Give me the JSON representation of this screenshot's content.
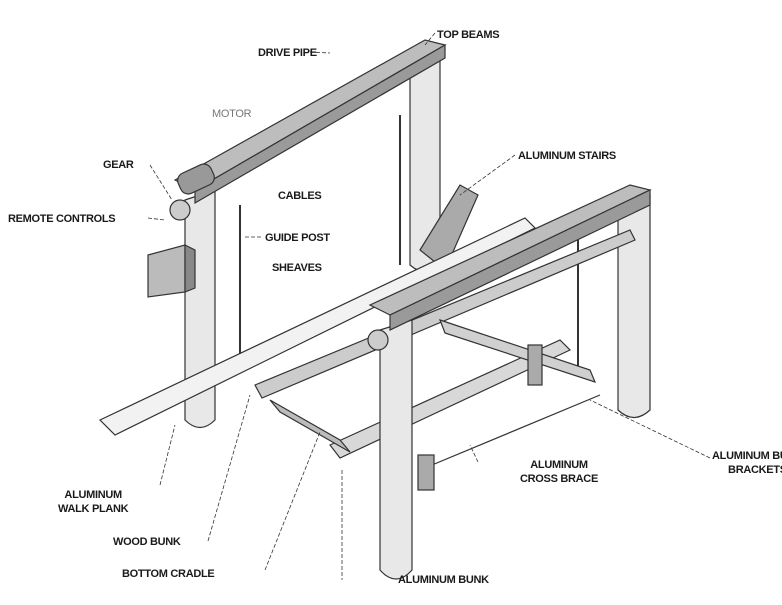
{
  "labels": {
    "top_beams": "TOP BEAMS",
    "drive_pipe": "DRIVE PIPE",
    "motor": "MOTOR",
    "gear": "GEAR",
    "cables": "CABLES",
    "aluminum_stairs": "ALUMINUM STAIRS",
    "remote_controls": "REMOTE CONTROLS",
    "guide_post": "GUIDE POST",
    "sheaves": "SHEAVES",
    "bunk_brackets_1": "ALUMINUM BUNK",
    "bunk_brackets_2": "BRACKETS",
    "cross_brace_1": "ALUMINUM",
    "cross_brace_2": "CROSS BRACE",
    "walk_plank_1": "ALUMINUM",
    "walk_plank_2": "WALK PLANK",
    "wood_bunk": "WOOD BUNK",
    "bottom_cradle": "BOTTOM CRADLE",
    "aluminum_bunk": "ALUMINUM BUNK"
  },
  "colors": {
    "line": "#333333",
    "fill": "#e6e6e6",
    "dark": "#8a8a8a"
  }
}
